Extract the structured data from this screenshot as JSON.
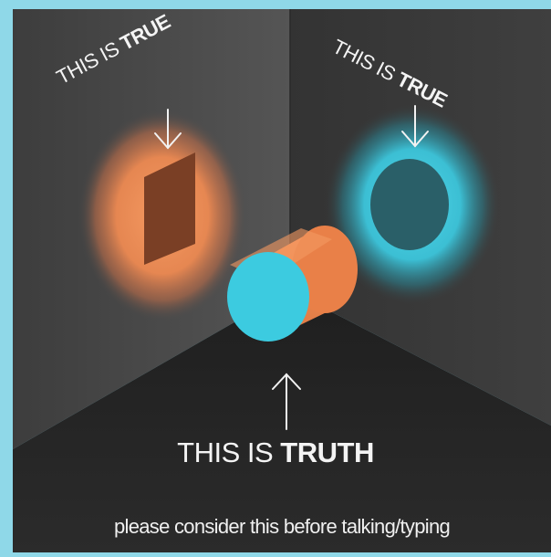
{
  "labels": {
    "left": {
      "prefix": "THIS IS ",
      "emphasis": "TRUE"
    },
    "right": {
      "prefix": "THIS IS ",
      "emphasis": "TRUE"
    },
    "bottom": {
      "prefix": "THIS IS ",
      "emphasis": "TRUTH"
    }
  },
  "caption": "please consider this before talking/typing",
  "colors": {
    "frame": "#8fd8e8",
    "left_wall": "#4a4a4a",
    "right_wall": "#3b3b3b",
    "floor": "#262626",
    "orange": "#f08a50",
    "cyan": "#3fc9dc"
  },
  "icons": {
    "shadow_left": "rectangle-shadow",
    "shadow_right": "circle-shadow",
    "object": "cylinder",
    "arrows": "down-arrow, up-arrow"
  }
}
